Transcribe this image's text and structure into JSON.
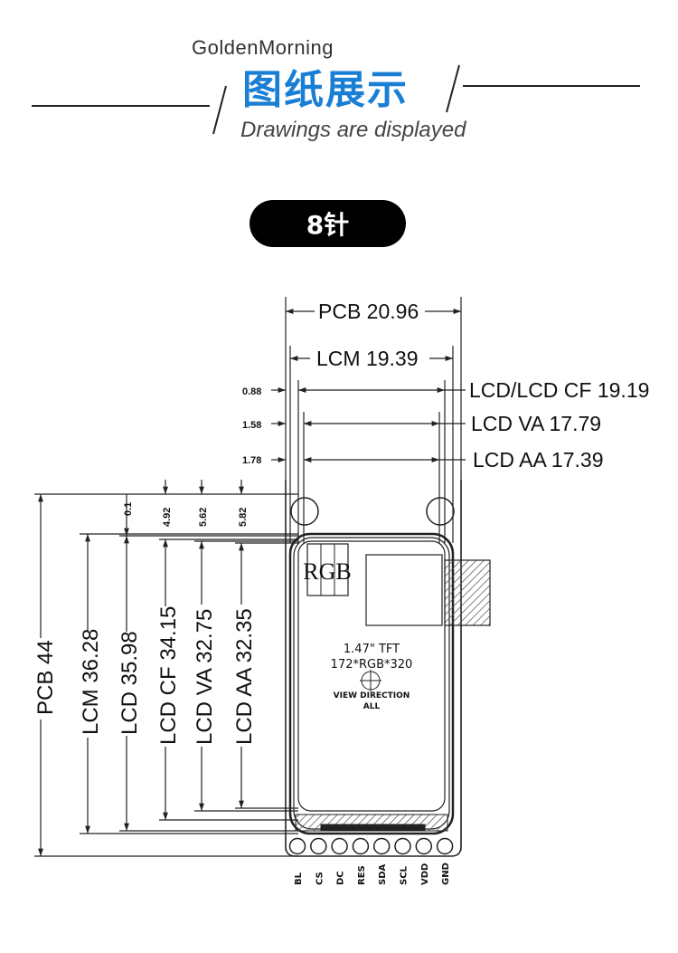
{
  "header": {
    "brand": "GoldenMorning",
    "title_cn": "图纸展示",
    "title_en": "Drawings are displayed"
  },
  "badge": {
    "label": "8针"
  },
  "drawing": {
    "horizontal_dims": {
      "pcb": "PCB 20.96",
      "lcm": "LCM 19.39",
      "cf": "LCD/LCD CF 19.19",
      "va": "LCD VA 17.79",
      "aa": "LCD AA 17.39",
      "offset_cf": "0.88",
      "offset_va": "1.58",
      "offset_aa": "1.78"
    },
    "vertical_dims": {
      "pcb": "PCB 44",
      "lcm": "LCM 36.28",
      "lcd": "LCD 35.98",
      "cf": "LCD CF 34.15",
      "va": "LCD VA 32.75",
      "aa": "LCD AA 32.35",
      "offset_lcd": "0.1",
      "offset_cf": "4.92",
      "offset_va": "5.62",
      "offset_aa": "5.82"
    },
    "module": {
      "rgb": "RGB",
      "spec_line1": "1.47\" TFT",
      "spec_line2": "172*RGB*320",
      "view_line1": "VIEW DIRECTION",
      "view_line2": "ALL"
    },
    "pins": [
      "BL",
      "CS",
      "DC",
      "RES",
      "SDA",
      "SCL",
      "VDD",
      "GND"
    ]
  },
  "colors": {
    "accent": "#1a7fd4",
    "line": "#222222",
    "badge_bg": "#000000"
  }
}
